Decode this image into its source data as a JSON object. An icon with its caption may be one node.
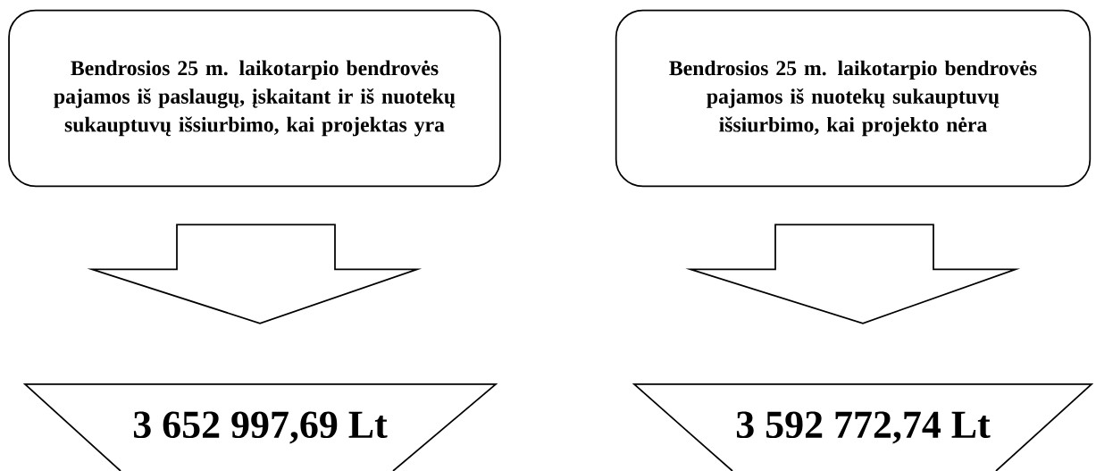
{
  "diagram": {
    "nodes": [
      {
        "text": [
          "Bendrosios 25 m. laikotarpio bendrovės pajamos iš paslaugų, įskaitant ir iš nuotekų sukauptuvų išsiurbimo, kai projektas yra"
        ]
      },
      {
        "text": [
          "Bendrosios 25 m. laikotarpio bendrovės pajamos iš nuotekų sukauptuvų išsiurbimo, kai projekto nėra"
        ]
      },
      {
        "text": [
          "3 652 997,69 Lt"
        ]
      },
      {
        "text": [
          "3 592 772,74 Lt"
        ]
      }
    ],
    "edges": [
      {
        "from": 0,
        "to": 2,
        "arrow": "to"
      },
      {
        "from": 1,
        "to": 3,
        "arrow": "to"
      }
    ]
  }
}
